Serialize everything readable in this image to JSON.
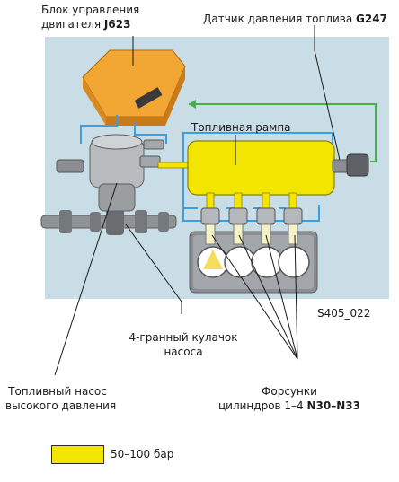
{
  "labels": {
    "ecu_line1": "Блок управления",
    "ecu_line2_prefix": "двигателя ",
    "ecu_code": "J623",
    "sensor_prefix": "Датчик давления топлива ",
    "sensor_code": "G247",
    "rail": "Топливная рампа",
    "figure_code": "S405_022",
    "cam_line1": "4-гранный кулачок",
    "cam_line2": "насоса",
    "pump_line1": "Топливный насос",
    "pump_line2": "высокого давления",
    "injectors_line1": "Форсунки",
    "injectors_line2_prefix": "цилиндров 1–4 ",
    "injectors_code": "N30–N33"
  },
  "legend": {
    "label": "50–100 бар",
    "color": "#f2e600"
  },
  "colors": {
    "background_panel": "#c9dde6",
    "fuel_high_pressure": "#f2e600",
    "signal_lines": "#3a9ee0",
    "feedback_line": "#43b04a",
    "ecu": "#f0a030",
    "engine_block": "#888c90"
  }
}
